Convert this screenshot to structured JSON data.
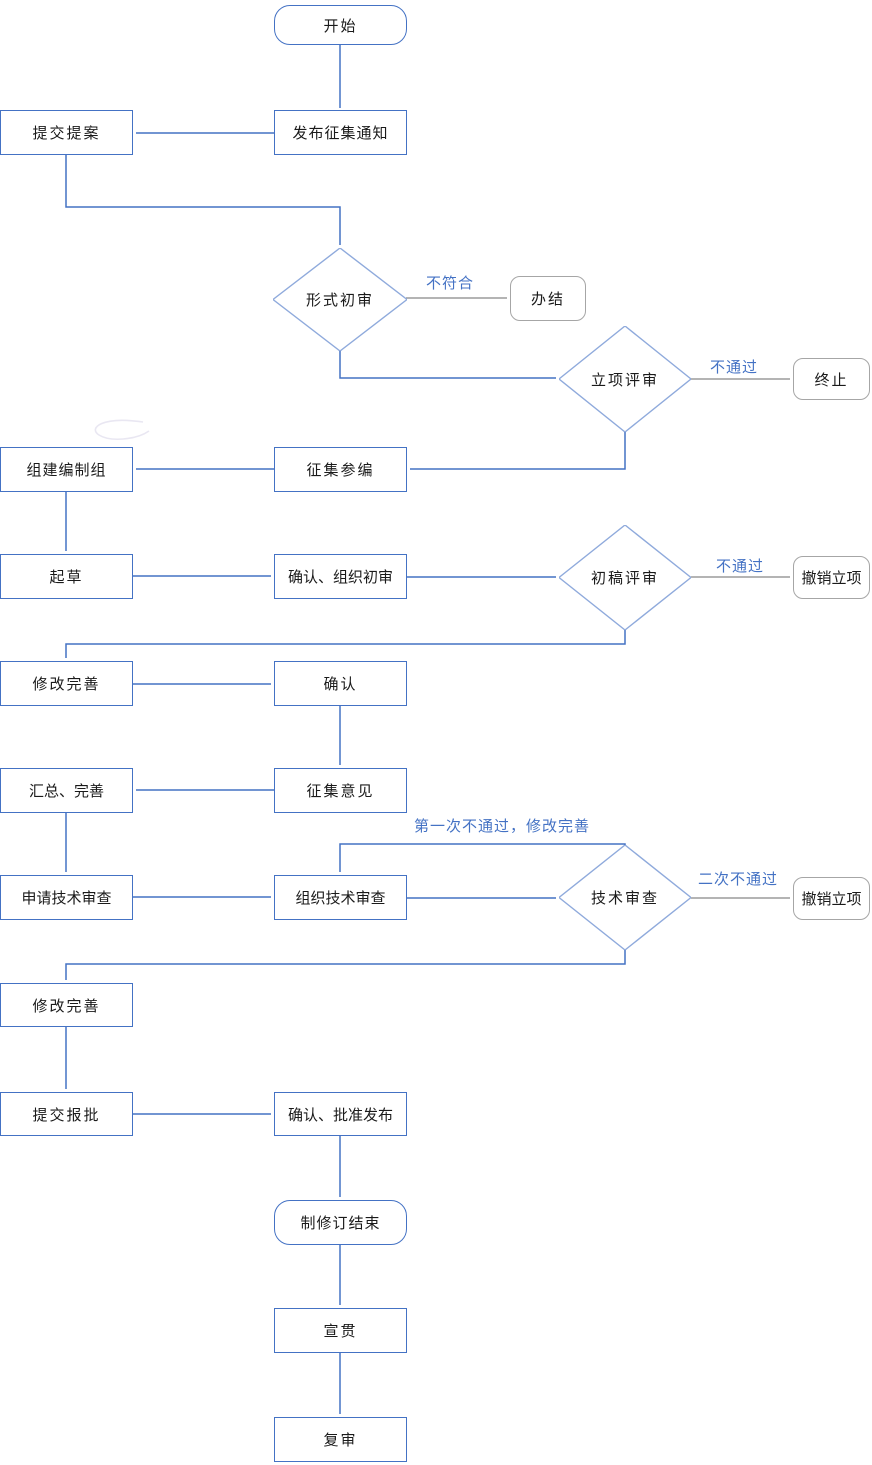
{
  "colors": {
    "line_blue": "#4472C4",
    "diamond_blue": "#8FAADC",
    "line_gray": "#9B9B9B",
    "label_blue": "#4472C4"
  },
  "nodes": {
    "start": {
      "label": "开始",
      "type": "terminator"
    },
    "publish_notice": {
      "label": "发布征集通知",
      "type": "process"
    },
    "submit_proposal": {
      "label": "提交提案",
      "type": "process"
    },
    "form_review": {
      "label": "形式初审",
      "type": "decision"
    },
    "close_case": {
      "label": "办结",
      "type": "terminator"
    },
    "project_review": {
      "label": "立项评审",
      "type": "decision"
    },
    "terminate": {
      "label": "终止",
      "type": "terminator"
    },
    "recruit_members": {
      "label": "征集参编",
      "type": "process"
    },
    "form_drafting_group": {
      "label": "组建编制组",
      "type": "process"
    },
    "draft": {
      "label": "起草",
      "type": "process"
    },
    "confirm_org_review": {
      "label": "确认、组织初审",
      "type": "process"
    },
    "first_draft_review": {
      "label": "初稿评审",
      "type": "decision"
    },
    "revoke_project_1": {
      "label": "撤销立项",
      "type": "terminator"
    },
    "revise_improve_1": {
      "label": "修改完善",
      "type": "process"
    },
    "confirm": {
      "label": "确认",
      "type": "process"
    },
    "solicit_opinions": {
      "label": "征集意见",
      "type": "process"
    },
    "summarize_improve": {
      "label": "汇总、完善",
      "type": "process"
    },
    "apply_tech_review": {
      "label": "申请技术审查",
      "type": "process"
    },
    "organize_tech_review": {
      "label": "组织技术审查",
      "type": "process"
    },
    "tech_review": {
      "label": "技术审查",
      "type": "decision"
    },
    "revoke_project_2": {
      "label": "撤销立项",
      "type": "terminator"
    },
    "revise_improve_2": {
      "label": "修改完善",
      "type": "process"
    },
    "submit_approval": {
      "label": "提交报批",
      "type": "process"
    },
    "confirm_approve_publish": {
      "label": "确认、批准发布",
      "type": "process"
    },
    "end_revision": {
      "label": "制修订结束",
      "type": "terminator"
    },
    "promote": {
      "label": "宣贯",
      "type": "process"
    },
    "re_review": {
      "label": "复审",
      "type": "process"
    }
  },
  "edge_labels": {
    "not_conform": "不符合",
    "not_pass_1": "不通过",
    "not_pass_2": "不通过",
    "first_fail": "第一次不通过，修改完善",
    "second_fail": "二次不通过"
  }
}
